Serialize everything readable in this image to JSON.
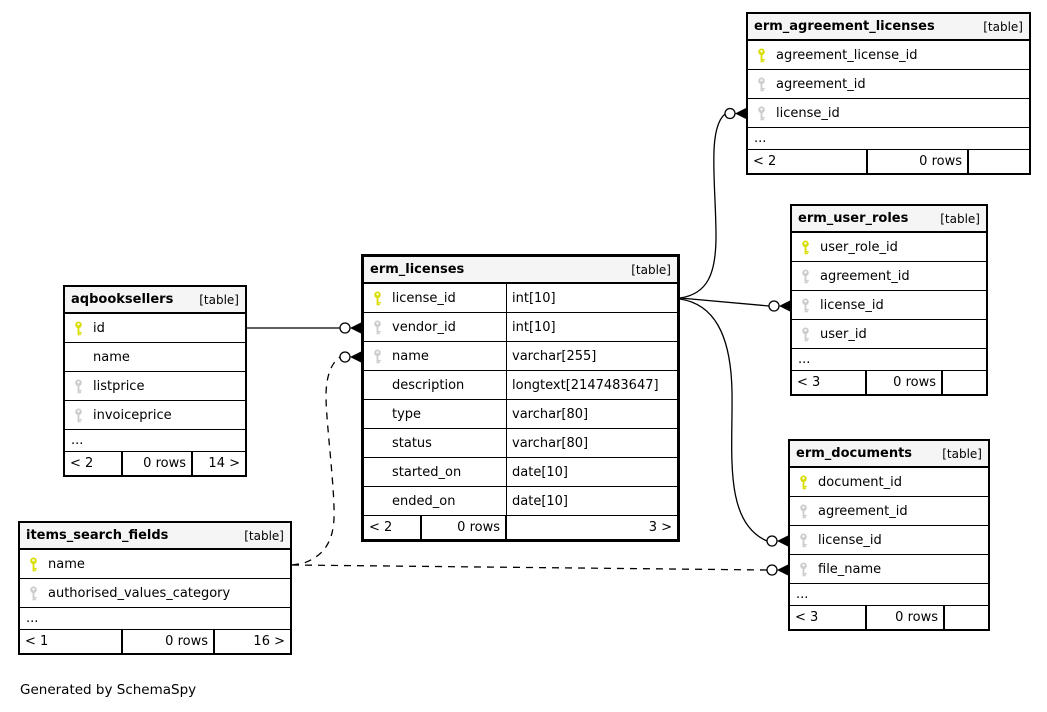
{
  "diagram": {
    "generator_note": "Generated by SchemaSpy"
  },
  "colors": {
    "primary_key": "#d9dd00",
    "foreign_key": "#cccccc",
    "table_header_bg": "#f5f5f5",
    "border": "#000000",
    "relationship_line": "#000000"
  },
  "tables": [
    {
      "name": "erm_agreement_licenses",
      "badge": "[table]",
      "emphasis": false,
      "columns": [
        {
          "name": "agreement_license_id",
          "key": "primary"
        },
        {
          "name": "agreement_id",
          "key": "foreign"
        },
        {
          "name": "license_id",
          "key": "foreign"
        }
      ],
      "more_marker": "...",
      "footer": {
        "parents": "< 2",
        "rows": "0 rows",
        "children": ""
      }
    },
    {
      "name": "erm_user_roles",
      "badge": "[table]",
      "emphasis": false,
      "columns": [
        {
          "name": "user_role_id",
          "key": "primary"
        },
        {
          "name": "agreement_id",
          "key": "foreign"
        },
        {
          "name": "license_id",
          "key": "foreign"
        },
        {
          "name": "user_id",
          "key": "foreign"
        }
      ],
      "more_marker": "...",
      "footer": {
        "parents": "< 3",
        "rows": "0 rows",
        "children": ""
      }
    },
    {
      "name": "erm_licenses",
      "badge": "[table]",
      "emphasis": true,
      "columns": [
        {
          "name": "license_id",
          "key": "primary",
          "type": "int[10]"
        },
        {
          "name": "vendor_id",
          "key": "foreign",
          "type": "int[10]"
        },
        {
          "name": "name",
          "key": "foreign",
          "type": "varchar[255]"
        },
        {
          "name": "description",
          "key": "none",
          "type": "longtext[2147483647]"
        },
        {
          "name": "type",
          "key": "none",
          "type": "varchar[80]"
        },
        {
          "name": "status",
          "key": "none",
          "type": "varchar[80]"
        },
        {
          "name": "started_on",
          "key": "none",
          "type": "date[10]"
        },
        {
          "name": "ended_on",
          "key": "none",
          "type": "date[10]"
        }
      ],
      "more_marker": "",
      "footer": {
        "parents": "< 2",
        "rows": "0 rows",
        "children": "3 >"
      }
    },
    {
      "name": "aqbooksellers",
      "badge": "[table]",
      "emphasis": false,
      "columns": [
        {
          "name": "id",
          "key": "primary"
        },
        {
          "name": "name",
          "key": "none"
        },
        {
          "name": "listprice",
          "key": "foreign"
        },
        {
          "name": "invoiceprice",
          "key": "foreign"
        }
      ],
      "more_marker": "...",
      "footer": {
        "parents": "< 2",
        "rows": "0 rows",
        "children": "14 >"
      }
    },
    {
      "name": "items_search_fields",
      "badge": "[table]",
      "emphasis": false,
      "columns": [
        {
          "name": "name",
          "key": "primary"
        },
        {
          "name": "authorised_values_category",
          "key": "foreign"
        }
      ],
      "more_marker": "...",
      "footer": {
        "parents": "< 1",
        "rows": "0 rows",
        "children": "16 >"
      }
    },
    {
      "name": "erm_documents",
      "badge": "[table]",
      "emphasis": false,
      "columns": [
        {
          "name": "document_id",
          "key": "primary"
        },
        {
          "name": "agreement_id",
          "key": "foreign"
        },
        {
          "name": "license_id",
          "key": "foreign"
        },
        {
          "name": "file_name",
          "key": "foreign"
        }
      ],
      "more_marker": "...",
      "footer": {
        "parents": "< 3",
        "rows": "0 rows",
        "children": ""
      }
    }
  ],
  "relationships": [
    {
      "from": "aqbooksellers.id",
      "to": "erm_licenses.vendor_id",
      "style": "solid"
    },
    {
      "from": "items_search_fields.name",
      "to": "erm_licenses.name",
      "style": "dashed"
    },
    {
      "from": "items_search_fields.name",
      "to": "erm_documents.file_name",
      "style": "dashed"
    },
    {
      "from": "erm_licenses.license_id",
      "to": "erm_agreement_licenses.license_id",
      "style": "solid"
    },
    {
      "from": "erm_licenses.license_id",
      "to": "erm_user_roles.license_id",
      "style": "solid"
    },
    {
      "from": "erm_licenses.license_id",
      "to": "erm_documents.license_id",
      "style": "solid"
    }
  ]
}
